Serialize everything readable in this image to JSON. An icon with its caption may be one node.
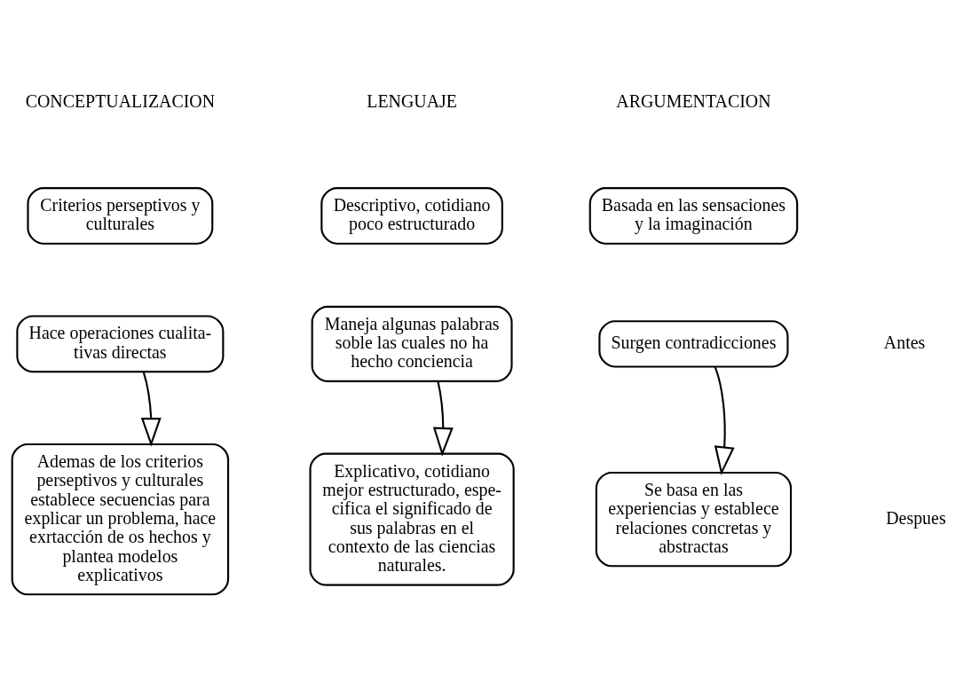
{
  "diagram": {
    "nodes": [
      {
        "text": [
          "Criterios perseptivos y culturales"
        ]
      },
      {
        "text": [
          "Descriptivo, cotidiano poco estructurado"
        ]
      },
      {
        "text": [
          "Basada en las sensaciones y la imaginación"
        ]
      },
      {
        "text": [
          "Hace operaciones cualita-tivas directas"
        ]
      },
      {
        "text": [
          "Maneja algunas palabras soble las cuales no ha hecho conciencia"
        ]
      },
      {
        "text": [
          "Surgen contradicciones"
        ]
      },
      {
        "text": [
          "Ademas de los criterios perseptivos y culturales establece secuencias para explicar un problema, hace exrtacción de os hechos y plantea modelos explicativos"
        ]
      },
      {
        "text": [
          "Explicativo, cotidiano mejor estructurado, espe-cifica el significado de sus palabras en el contexto de las ciencias naturales."
        ]
      },
      {
        "text": [
          "Se basa en las experiencias y establece relaciones concretas y abstractas"
        ]
      }
    ],
    "edges": [
      {
        "from": 3,
        "to": 6,
        "arrow": "to"
      },
      {
        "from": 4,
        "to": 7,
        "arrow": "to"
      },
      {
        "from": 5,
        "to": 8,
        "arrow": "to"
      }
    ],
    "labels": [
      "CONCEPTUALIZACION",
      "LENGUAJE",
      "ARGUMENTACION",
      "Antes",
      "Despues"
    ]
  }
}
